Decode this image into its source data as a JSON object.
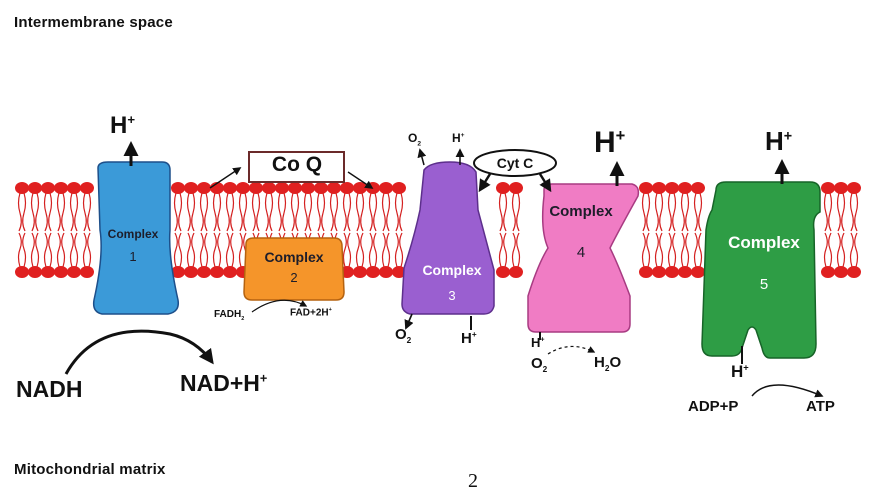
{
  "regions": {
    "top": "Intermembrane space",
    "bottom": "Mitochondrial matrix"
  },
  "complexes": [
    {
      "word": "Complex",
      "number": "1",
      "color": "#3b9ad8"
    },
    {
      "word": "Complex",
      "number": "2",
      "color": "#f5952a"
    },
    {
      "word": "Complex",
      "number": "3",
      "color": "#9a5fd0"
    },
    {
      "word": "Complex",
      "number": "4",
      "color": "#f07cc4"
    },
    {
      "word": "Complex",
      "number": "5",
      "color": "#2e9d45"
    }
  ],
  "coq": "Co  Q",
  "cytc": "Cyt C",
  "membrane": {
    "lipid_head_color": "#e02020",
    "tail_color": "#d42020"
  },
  "labels": {
    "h_plus": "H",
    "plus_sup": "+",
    "o2_top": "O",
    "o2_top_sub": "2",
    "fadh": "FADH",
    "fadh_sub": "2",
    "fad": "FAD+2H",
    "fad_sup": "+",
    "o2_bottom": "O",
    "o2_bottom_sub": "2",
    "o2_c4": "O",
    "o2_c4_sub": "2",
    "water": "H",
    "water_sub": "2",
    "water_o": "O",
    "nadh": "NADH",
    "nad": "NAD+H",
    "adp": "ADP+P",
    "atp": "ATP"
  },
  "page_number": "2"
}
